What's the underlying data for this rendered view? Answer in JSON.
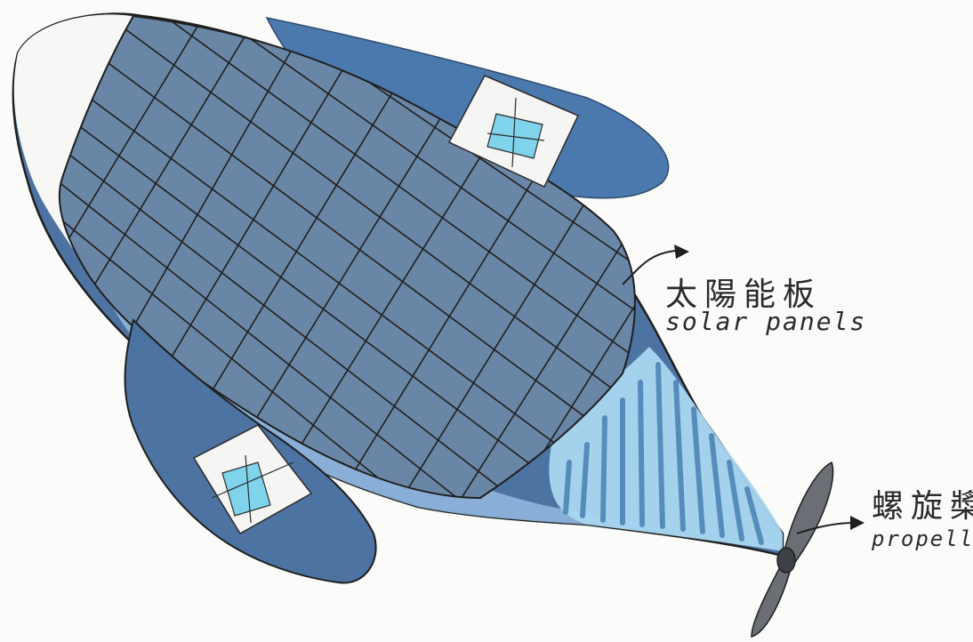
{
  "labels": {
    "solar_zh": "太陽能板",
    "solar_en": "solar panels",
    "propeller_zh": "螺旋槳",
    "propeller_en": "propeller"
  },
  "colors": {
    "hull_blue": "#4f78a8",
    "deep_blue": "#3d6a9a",
    "light_blue": "#8fb5dd",
    "sky_blue": "#7fc4e6",
    "panel_grey": "#6b86a3",
    "ink": "#1f1f1f",
    "paper": "#fbfbf9",
    "window_cyan": "#7fd3ea",
    "propeller_grey": "#5c6066"
  },
  "icons": [
    "solar-panel-grid",
    "window-icon",
    "propeller-icon",
    "arrow-icon"
  ]
}
